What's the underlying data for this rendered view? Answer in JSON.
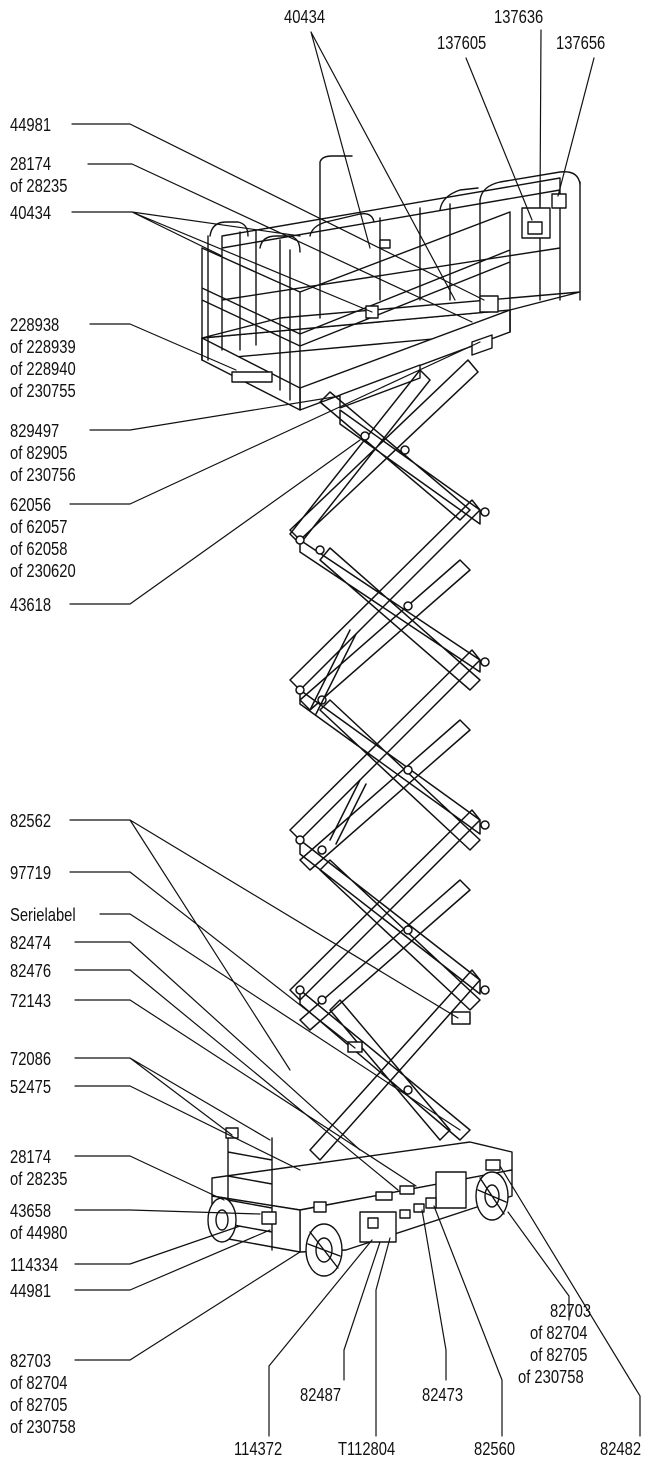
{
  "figure": {
    "colors": {
      "line": "#111111",
      "background": "#ffffff"
    },
    "labels": {
      "top_40434": "40434",
      "top_137636": "137636",
      "top_137605": "137605",
      "top_137656": "137656",
      "l_44981_top": "44981",
      "l_28174_top": "28174",
      "l_28235_top": "of 28235",
      "l_40434_left": "40434",
      "l_228938": "228938",
      "l_228939": "of 228939",
      "l_228940": "of 228940",
      "l_230755": "of 230755",
      "l_829497": "829497",
      "l_82905": "of 82905",
      "l_230756": "of 230756",
      "l_62056": "62056",
      "l_62057": "of 62057",
      "l_62058": "of 62058",
      "l_230620": "of 230620",
      "l_43618": "43618",
      "l_82562": "82562",
      "l_97719": "97719",
      "l_serielabel": "Serielabel",
      "l_82474": "82474",
      "l_82476": "82476",
      "l_72143": "72143",
      "l_72086": "72086",
      "l_52475": "52475",
      "l_28174_bot": "28174",
      "l_28235_bot": "of 28235",
      "l_43658": "43658",
      "l_44980": "of 44980",
      "l_114334": "114334",
      "l_44981_bot": "44981",
      "l_82703_left": "82703",
      "l_82704_left": "of 82704",
      "l_82705_left": "of 82705",
      "l_230758_left": "of 230758",
      "r_82703": "82703",
      "r_82704": "of 82704",
      "r_82705": "of 82705",
      "r_230758": "of 230758",
      "b_82487": "82487",
      "b_82473": "82473",
      "b_114372": "114372",
      "b_T112804": "T112804",
      "b_82560": "82560",
      "b_82482": "82482"
    }
  }
}
